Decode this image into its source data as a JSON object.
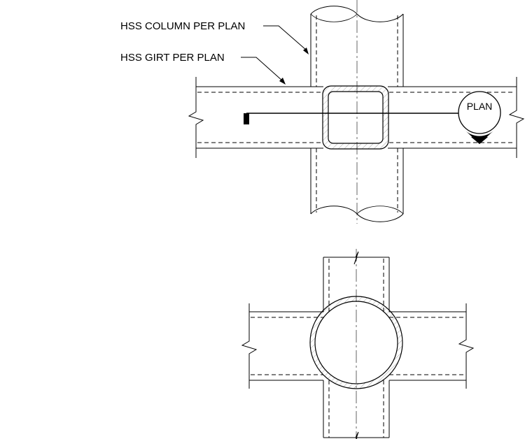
{
  "labels": {
    "column_note": "HSS COLUMN PER PLAN",
    "girt_note": "HSS GIRT PER PLAN",
    "section_tag": "PLAN"
  },
  "colors": {
    "line": "#000000",
    "background": "#ffffff"
  }
}
